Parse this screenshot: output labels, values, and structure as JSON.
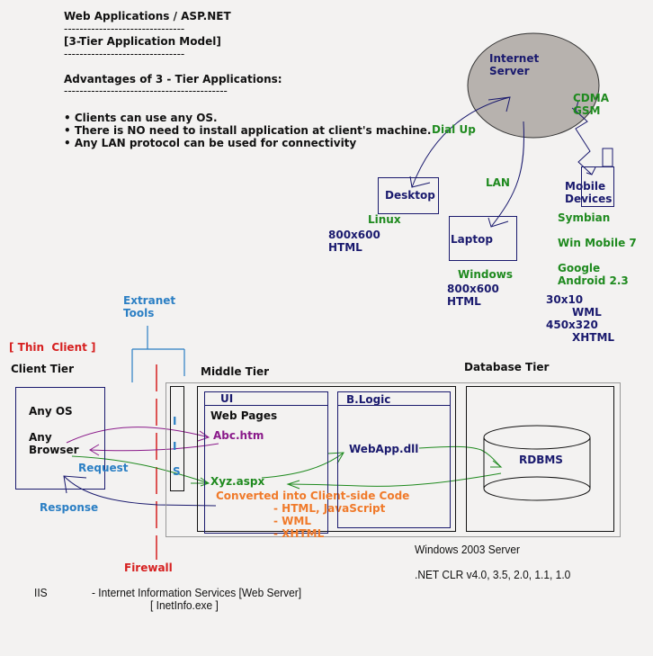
{
  "header": {
    "title": "Web Applications / ASP.NET",
    "divider1": "-------------------------------",
    "subtitle": "[3-Tier Application Model]",
    "divider2": "-------------------------------",
    "advantages_heading": "Advantages of 3 - Tier Applications:",
    "divider3": "------------------------------------------"
  },
  "advantages": [
    "• Clients can use any OS.",
    "• There is NO need to install application at client's machine.",
    "• Any LAN protocol can be used for connectivity"
  ],
  "network": {
    "server_label": "Internet\nServer",
    "dialup_label": "Dial Up",
    "lan_label": "LAN",
    "cdma_label": "CDMA\nGSM",
    "desktop": {
      "label": "Desktop",
      "os": "Linux",
      "resolution": "800x600",
      "format": "HTML"
    },
    "laptop": {
      "label": "Laptop",
      "os": "Windows",
      "resolution": "800x600",
      "format": "HTML"
    },
    "mobile": {
      "label": "Mobile\nDevices",
      "os_list": [
        "Symbian",
        "Win Mobile 7",
        "Google\nAndroid 2.3"
      ],
      "res1": "30x10",
      "fmt1": "WML",
      "res2": "450x320",
      "fmt2": "XHTML"
    }
  },
  "tiers": {
    "extranet_label": "Extranet\nTools",
    "thin_client_label": "[ Thin  Client ]",
    "client_tier_label": "Client Tier",
    "client_box": {
      "os": "Any OS",
      "browser": "Any\nBrowser"
    },
    "request_label": "Request",
    "response_label": "Response",
    "firewall_label": "Firewall",
    "middle_tier_label": "Middle Tier",
    "iis_letters": [
      "I",
      "I",
      "S"
    ],
    "ui": {
      "header": "UI",
      "web_pages": "Web Pages",
      "abc": "Abc.htm",
      "xyz": "Xyz.aspx",
      "converted": "Converted into Client-side Code",
      "formats": [
        "- HTML, JavaScript",
        "- WML",
        "- XHTML"
      ]
    },
    "blogic": {
      "header": "B.Logic",
      "dll": "WebApp.dll"
    },
    "database_tier_label": "Database Tier",
    "rdbms_label": "RDBMS"
  },
  "footer": {
    "os": "Windows 2003 Server",
    "clr": ".NET CLR v4.0, 3.5, 2.0, 1.1, 1.0",
    "iis_abbr": "IIS",
    "iis_desc": "- Internet Information Services [Web Server]",
    "iis_exe": "[ InetInfo.exe ]"
  },
  "colors": {
    "navy": "#1a1a6e",
    "green": "#1f8a1f",
    "blue": "#2b7fc4",
    "red": "#d62020",
    "purple": "#8a1a8a",
    "orange": "#f07a2a",
    "server_fill": "#b7b2ae"
  }
}
